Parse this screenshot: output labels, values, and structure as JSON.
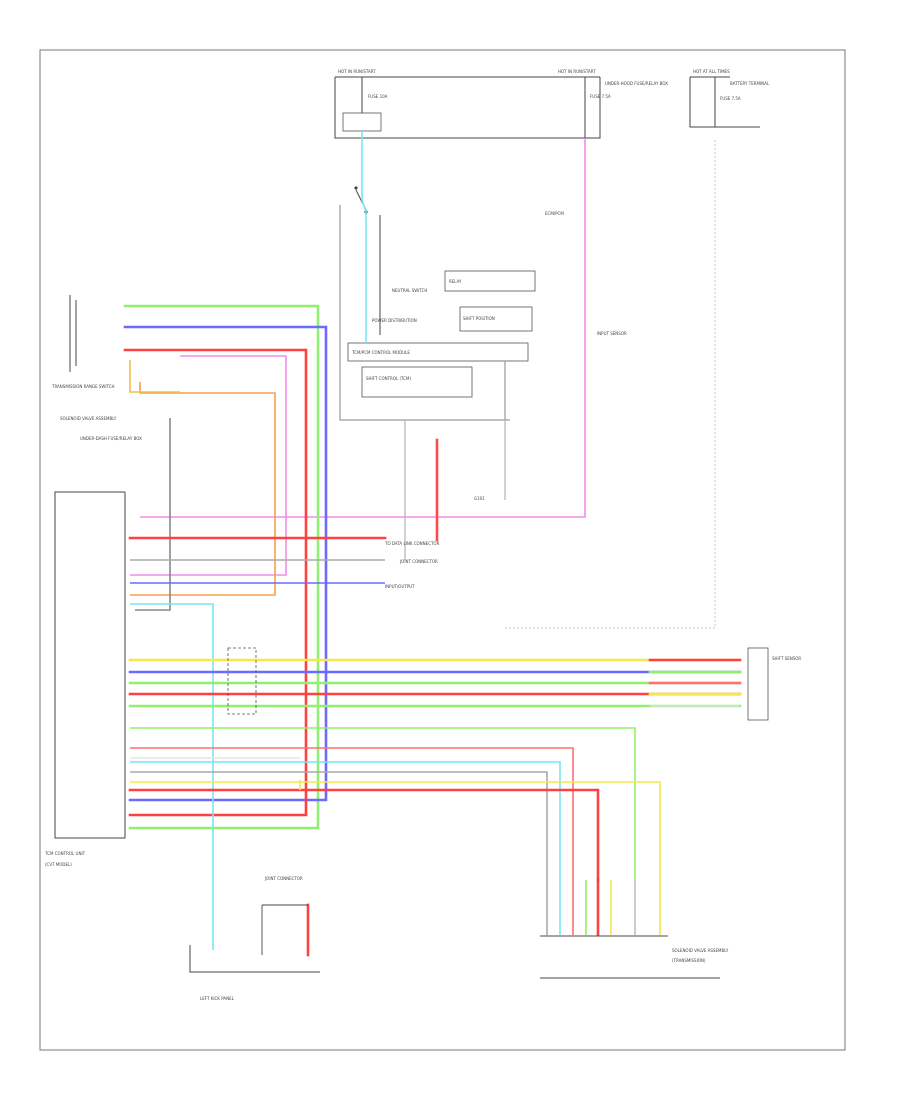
{
  "diagram": {
    "footer_id": "",
    "labels": {
      "fuse_box_left": "HOT IN RUN/START",
      "fuse_box_mid": "HOT IN RUN/START",
      "fuse_box_right": "HOT AT ALL TIMES",
      "underhood_box": "UNDER-HOOD FUSE/RELAY BOX",
      "battery_box": "BATTERY TERMINAL",
      "fuse_left": "FUSE 10A",
      "fuse_mid": "FUSE 7.5A",
      "fuse_right": "FUSE 7.5A",
      "power_dist": "POWER DISTRIBUTION",
      "neutral_sw": "NEUTRAL SWITCH",
      "ecm": "ECM/PCM",
      "can_upper": "TO DATA LINK CONNECTOR",
      "can_mid": "INPUT/OUTPUT",
      "fuse_mid2": "INPUT SENSOR",
      "pcm_box": "TCM/PCM CONTROL MODULE",
      "pcm_sub": "SHIFT CONTROL (TCM)",
      "relay_label": "RELAY",
      "shift_pos": "SHIFT POSITION",
      "joint": "JOINT CONNECTOR",
      "ground_left": "G101",
      "under_dash": "UNDER-DASH FUSE/RELAY BOX",
      "tcm_main": "TCM CONTROL UNIT",
      "tcm_sub": "(CVT MODEL)",
      "range_switch": "TRANSMISSION RANGE SWITCH",
      "left_box": "SOLENOID VALVE ASSEMBLY",
      "right_device": "SHIFT SENSOR",
      "bottom_left": "LEFT KICK PANEL",
      "bottom_left2": "JOINT CONNECTOR",
      "bottom_right": "SOLENOID VALVE ASSEMBLY",
      "bottom_right2": "(TRANSMISSION)"
    }
  }
}
